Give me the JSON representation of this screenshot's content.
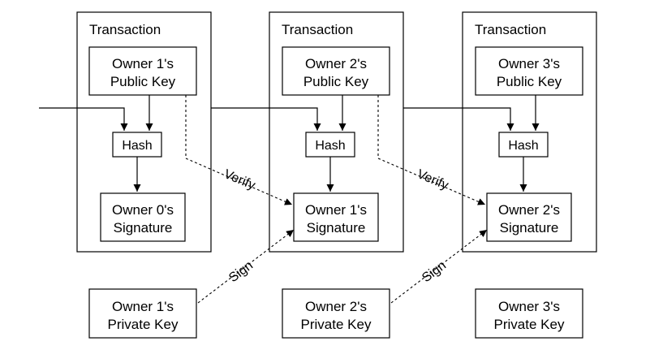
{
  "transactions": [
    {
      "title": "Transaction",
      "public_key": {
        "line1": "Owner 1's",
        "line2": "Public Key"
      },
      "hash": "Hash",
      "signature": {
        "line1": "Owner 0's",
        "line2": "Signature"
      }
    },
    {
      "title": "Transaction",
      "public_key": {
        "line1": "Owner 2's",
        "line2": "Public Key"
      },
      "hash": "Hash",
      "signature": {
        "line1": "Owner 1's",
        "line2": "Signature"
      }
    },
    {
      "title": "Transaction",
      "public_key": {
        "line1": "Owner 3's",
        "line2": "Public Key"
      },
      "hash": "Hash",
      "signature": {
        "line1": "Owner 2's",
        "line2": "Signature"
      }
    }
  ],
  "private_keys": [
    {
      "line1": "Owner 1's",
      "line2": "Private Key"
    },
    {
      "line1": "Owner 2's",
      "line2": "Private Key"
    },
    {
      "line1": "Owner 3's",
      "line2": "Private Key"
    }
  ],
  "edge_labels": {
    "verify": "Verify",
    "sign": "Sign"
  },
  "colors": {
    "stroke": "#000000",
    "background": "#ffffff"
  }
}
